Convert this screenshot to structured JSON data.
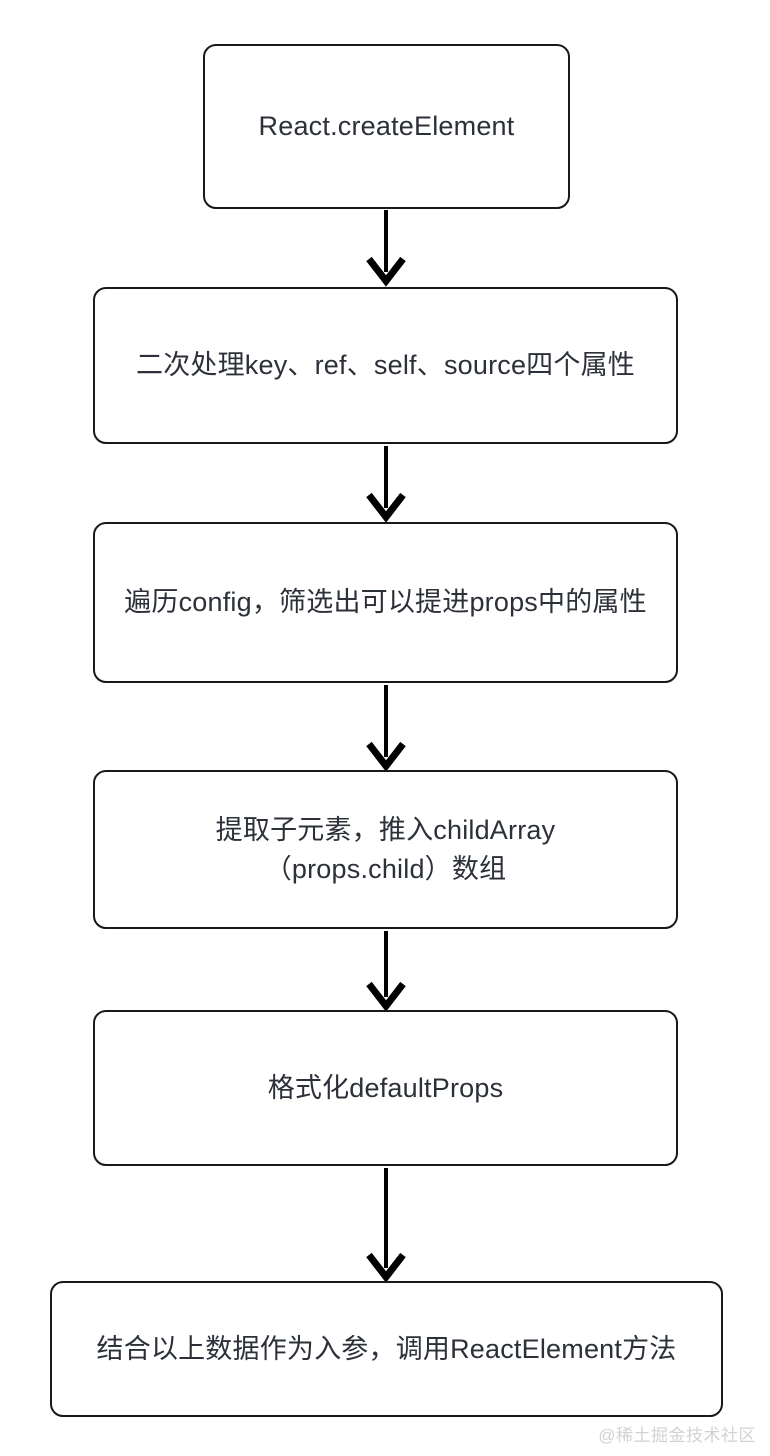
{
  "diagram": {
    "type": "flowchart",
    "orientation": "top-to-bottom",
    "background_color": "#ffffff",
    "node_border_color": "#18191b",
    "node_fill_color": "#ffffff",
    "text_color": "#2c3038",
    "arrow_color": "#000000",
    "nodes": [
      {
        "id": "n1",
        "label": "React.createElement"
      },
      {
        "id": "n2",
        "label": "二次处理key、ref、self、source四个属性"
      },
      {
        "id": "n3",
        "label": "遍历config，筛选出可以提进props中的属性"
      },
      {
        "id": "n4",
        "label": "提取子元素，推入childArray\n（props.child）数组"
      },
      {
        "id": "n5",
        "label": "格式化defaultProps"
      },
      {
        "id": "n6",
        "label": "结合以上数据作为入参，调用ReactElement方法"
      }
    ],
    "edges": [
      {
        "from": "n1",
        "to": "n2"
      },
      {
        "from": "n2",
        "to": "n3"
      },
      {
        "from": "n3",
        "to": "n4"
      },
      {
        "from": "n4",
        "to": "n5"
      },
      {
        "from": "n5",
        "to": "n6"
      }
    ]
  },
  "watermark": {
    "text": "@稀土掘金技术社区",
    "color": "#d2d2d4"
  }
}
